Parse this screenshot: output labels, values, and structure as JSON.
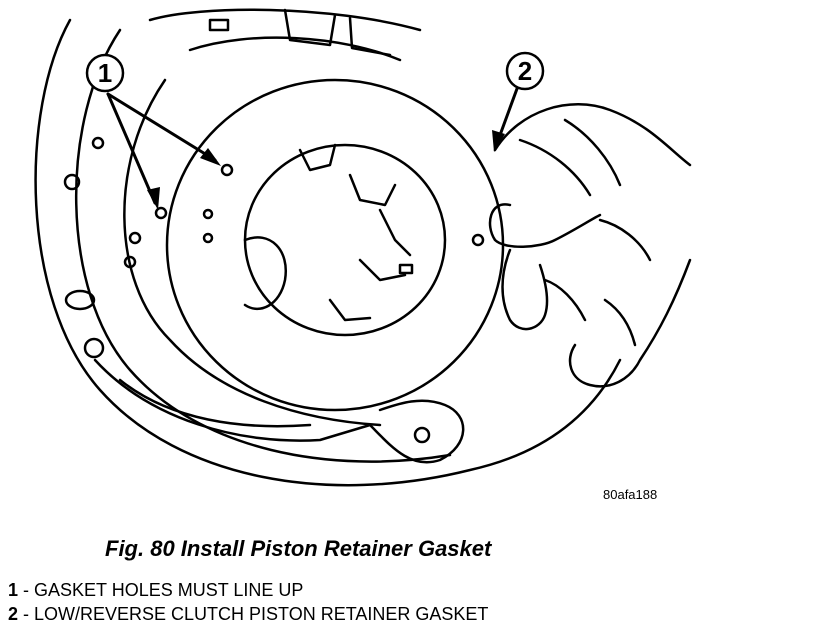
{
  "callouts": [
    "1",
    "2"
  ],
  "image_code": "80afa188",
  "caption": "Fig. 80 Install Piston Retainer Gasket",
  "legend": [
    {
      "num": "1",
      "sep": " - ",
      "text": "GASKET HOLES MUST LINE UP"
    },
    {
      "num": "2",
      "sep": " - ",
      "text": "LOW/REVERSE CLUTCH PISTON RETAINER GASKET"
    }
  ]
}
